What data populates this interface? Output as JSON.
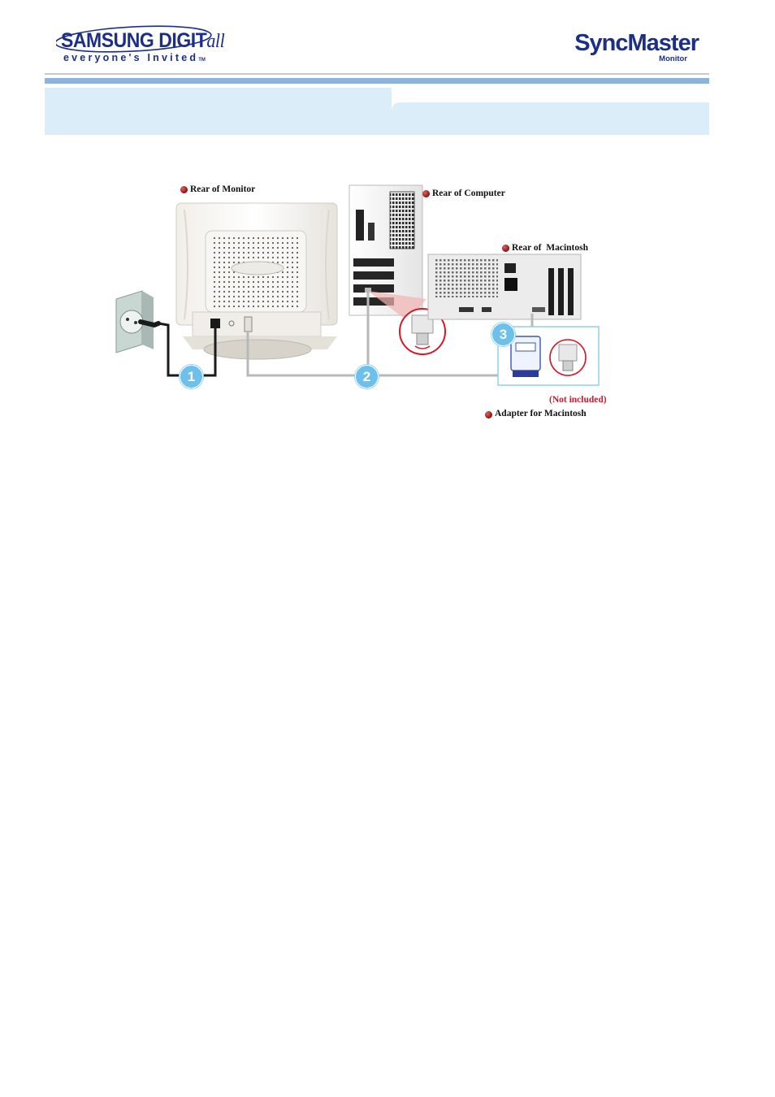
{
  "header": {
    "brand": {
      "name": "SAMSUNG DIGIT",
      "name_suffix": "all",
      "tagline": "everyone's Invited",
      "tm": "TM"
    },
    "product": {
      "name": "SyncMaster",
      "subtitle": "Monitor"
    }
  },
  "diagram": {
    "labels": {
      "rear_monitor": "Rear of Monitor",
      "rear_computer": "Rear of Computer",
      "rear_macintosh": "Rear of  Macintosh",
      "not_included": "(Not included)",
      "adapter": "Adapter for Macintosh"
    },
    "steps": [
      "1",
      "2",
      "3"
    ],
    "colors": {
      "step_badge": "#6cc0ea",
      "callout_border": "#8fd0ec",
      "cable": "#b8b8b8",
      "accent_red": "#d6162a",
      "brand_blue": "#1c2f86"
    }
  }
}
